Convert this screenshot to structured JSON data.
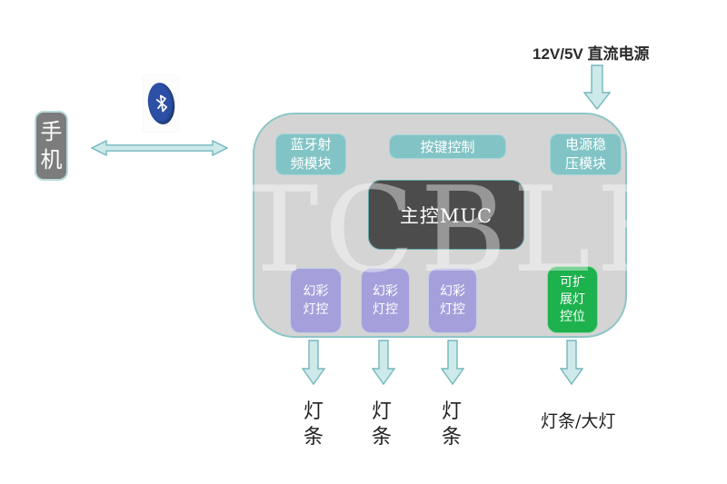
{
  "watermark": "TCBLE",
  "colors": {
    "teal-box": "#82c4c6",
    "teal-border": "#8ec6c8",
    "container-bg": "#d4d4d4",
    "dark-box": "#4c4c4c",
    "purple-box": "#a5a0db",
    "green-box": "#1db24d",
    "phone-gray": "#7c7c7c",
    "arrow-fill": "#cde9ea",
    "arrow-stroke": "#74b7bd",
    "label-color": "#1f1f1f",
    "bluetooth-blue": "#2b50a5"
  },
  "phone": {
    "label": "手\n机"
  },
  "bluetooth": {
    "icon": "bluetooth-logo"
  },
  "power_source": {
    "label": "12V/5V 直流电源"
  },
  "main_board": {
    "bt_rf_module": "蓝牙射\n频模块",
    "key_control": "按键控制",
    "power_regulator": "电源稳\n压模块",
    "mcu": "主控MUC",
    "lamp_controllers": [
      "幻彩\n灯控",
      "幻彩\n灯控",
      "幻彩\n灯控"
    ],
    "expandable_slot": "可扩\n展灯\n控位"
  },
  "outputs": {
    "strip1": "灯\n条",
    "strip2": "灯\n条",
    "strip3": "灯\n条",
    "strip_or_headlight": "灯条/大灯"
  }
}
